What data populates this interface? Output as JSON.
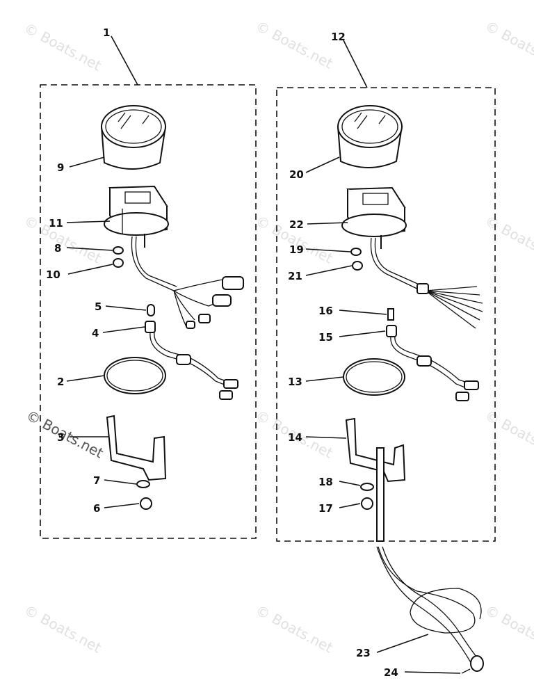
{
  "watermark": "© Boats.net",
  "callouts": {
    "c1": "1",
    "c2": "2",
    "c3": "3",
    "c4": "4",
    "c5": "5",
    "c6": "6",
    "c7": "7",
    "c8": "8",
    "c9": "9",
    "c10": "10",
    "c11": "11",
    "c12": "12",
    "c13": "13",
    "c14": "14",
    "c15": "15",
    "c16": "16",
    "c17": "17",
    "c18": "18",
    "c19": "19",
    "c20": "20",
    "c21": "21",
    "c22": "22",
    "c23": "23",
    "c24": "24"
  }
}
